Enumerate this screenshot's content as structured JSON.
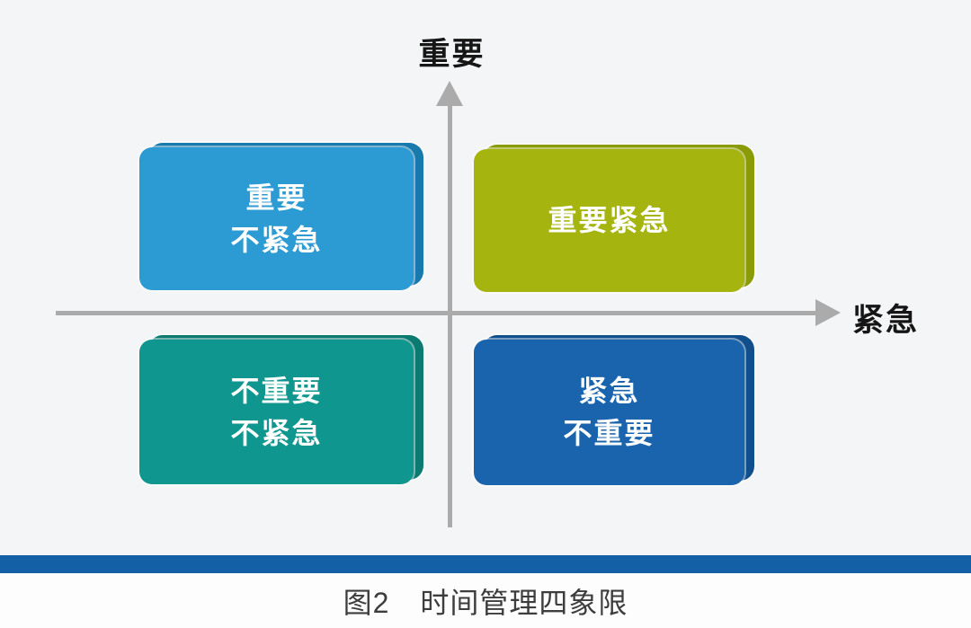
{
  "figure": {
    "caption_label": "图2",
    "caption_title": "时间管理四象限"
  },
  "axes": {
    "y_label": "重要",
    "x_label": "紧急",
    "line_color": "#ababab",
    "label_color": "#161616"
  },
  "quadrants": [
    {
      "position": "top-left",
      "lines": [
        "重要",
        "不紧急"
      ],
      "color": "#2d9bd3",
      "edge_color": "#1879ad"
    },
    {
      "position": "top-right",
      "lines": [
        "重要紧急"
      ],
      "color": "#a5b40e",
      "edge_color": "#8a9b05"
    },
    {
      "position": "bottom-left",
      "lines": [
        "不重要",
        "不紧急"
      ],
      "color": "#0f968e",
      "edge_color": "#0b7a70"
    },
    {
      "position": "bottom-right",
      "lines": [
        "紧急",
        "不重要"
      ],
      "color": "#1a64ad",
      "edge_color": "#104f8c"
    }
  ],
  "colors": {
    "background": "#f4f5f6",
    "divider_bar": "#1360a7",
    "quadrant_text": "#ffffff"
  }
}
